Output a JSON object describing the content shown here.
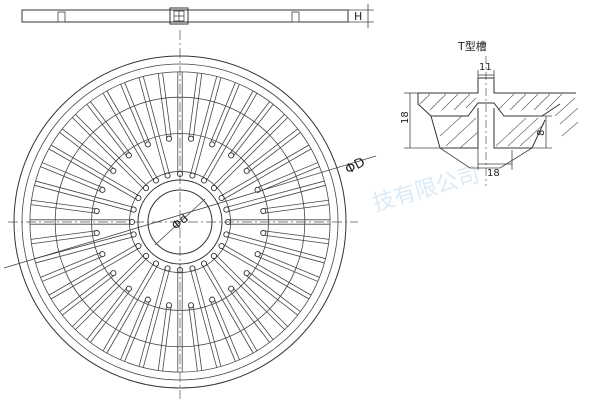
{
  "labels": {
    "h": "H",
    "t_slot": "T型槽",
    "dim_11": "11",
    "dim_18_vertical": "18",
    "dim_18_bottom": "18",
    "dim_8": "8",
    "phi_d": "Φd",
    "phi_D": "ΦD"
  },
  "watermark": "技有限公司",
  "config": {
    "t_slot_count": 48,
    "ring_radii_fraction": [
      0.32,
      0.56,
      0.79,
      0.95
    ]
  }
}
